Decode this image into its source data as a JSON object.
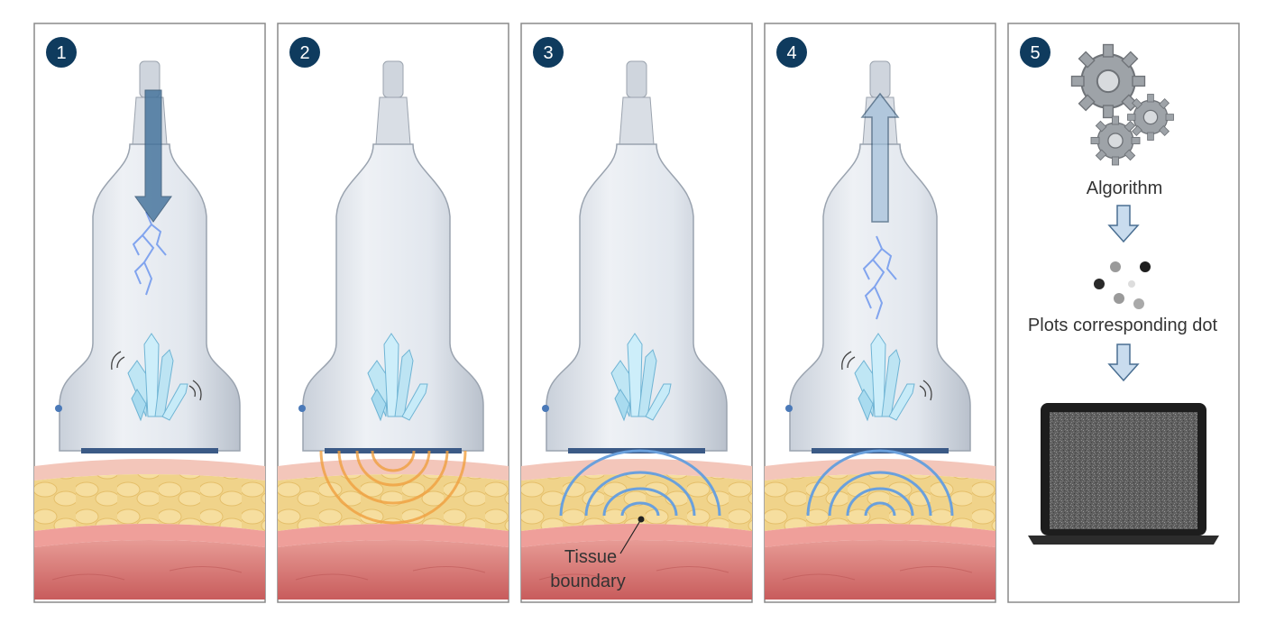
{
  "panels": [
    {
      "number": "1"
    },
    {
      "number": "2"
    },
    {
      "number": "3",
      "annotation_line1": "Tissue",
      "annotation_line2": "boundary"
    },
    {
      "number": "4"
    },
    {
      "number": "5"
    }
  ],
  "step5": {
    "algorithm_label": "Algorithm",
    "plots_label": "Plots corresponding dot"
  },
  "colors": {
    "badge": "#0f3b5e",
    "probe": "#e3e8ef",
    "arrow": "#3f6f99",
    "wave_blue": "#6aa0dc",
    "wave_orange": "#f0a040",
    "skin": "#f1c3b7",
    "fat": "#f1d58f",
    "muscle": "#d46b6b",
    "panel_border": "#8a8a8a"
  },
  "icons": [
    "gears-icon",
    "down-arrow-icon",
    "laptop-icon",
    "crystal-icon",
    "sound-wave-icon"
  ]
}
